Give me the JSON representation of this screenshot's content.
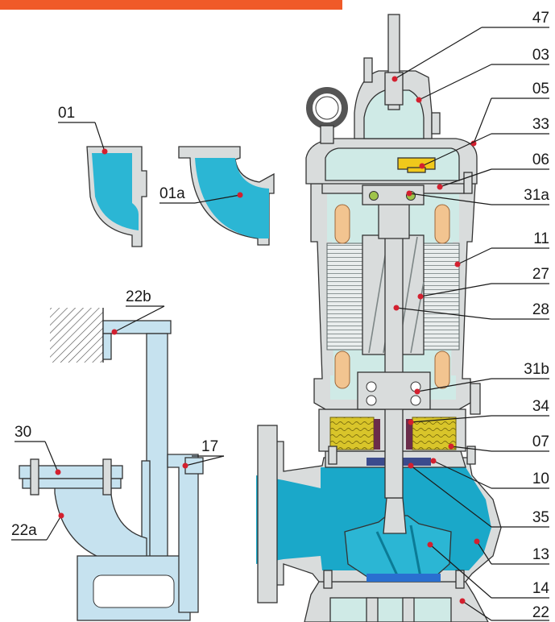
{
  "banner_color": "#f05a28",
  "colors": {
    "housing_fill": "#d9dcdc",
    "coolant_fill": "#cfeae6",
    "volute_fill": "#1aa8c9",
    "impeller_fill": "#2bb6d4",
    "pipe_fill": "#c6e2ef",
    "oil_fill": "#d9c52a",
    "winding_fill": "#f2c490",
    "terminal_fill": "#f0c91b",
    "leader_dot": "#d3202f"
  },
  "callouts": [
    {
      "id": "47"
    },
    {
      "id": "03"
    },
    {
      "id": "05"
    },
    {
      "id": "33"
    },
    {
      "id": "06"
    },
    {
      "id": "31a"
    },
    {
      "id": "11"
    },
    {
      "id": "27"
    },
    {
      "id": "28"
    },
    {
      "id": "31b"
    },
    {
      "id": "34"
    },
    {
      "id": "07"
    },
    {
      "id": "10"
    },
    {
      "id": "35"
    },
    {
      "id": "13"
    },
    {
      "id": "14"
    },
    {
      "id": "22"
    },
    {
      "id": "01"
    },
    {
      "id": "01a"
    },
    {
      "id": "22b"
    },
    {
      "id": "30"
    },
    {
      "id": "17"
    },
    {
      "id": "22a"
    }
  ]
}
